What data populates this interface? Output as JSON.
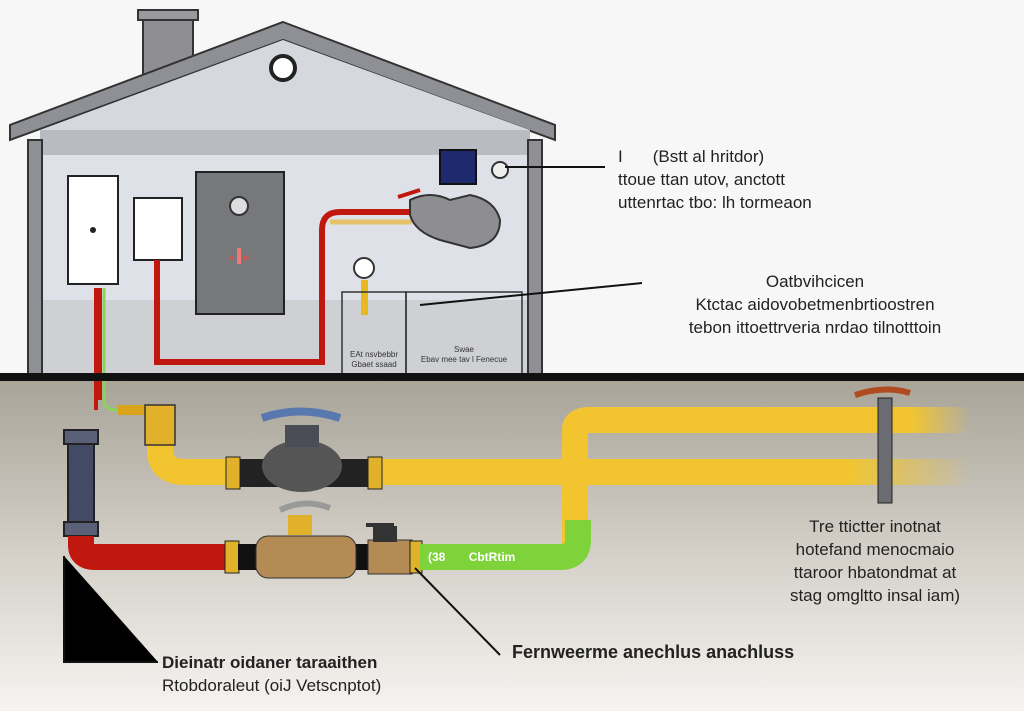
{
  "labels": {
    "top_right": {
      "marker": "I",
      "lines": [
        "(Bstt al hritdor)",
        "ttoue ttan utov, anctott",
        "uttenrtac tbo: lh tormeaon"
      ]
    },
    "middle_right": {
      "lines": [
        "Oatbvihcicen",
        "Ktctac aidovobetmenbrtioostren",
        "tebon ittoettrveria nrdao tilnotttoin"
      ]
    },
    "lower_right": {
      "lines": [
        "Tre ttictter inotnat",
        "hotefand menocmaio",
        "ttaroor hbatondmat at",
        "stag omgltto insal iam)"
      ]
    },
    "bottom_center": {
      "lines": [
        "Fernweerme anechlus anachluss"
      ]
    },
    "bottom_left": {
      "lines": [
        "Dieinatr oidaner taraaithen",
        "Rtobdoraleut (oiJ Vetscnptot)"
      ]
    }
  },
  "in_house": {
    "gauge_box_text": [
      "EAt nsvbebbr",
      "Gbaet ssaad"
    ],
    "right_box_text": [
      "Swae",
      "Ebav mee tav l Fenecue"
    ]
  },
  "pipe_text": {
    "part1": "(38",
    "part2": "CbtRtim"
  },
  "colors": {
    "supply": "#f2c530",
    "return": "#c0170f",
    "connector": "#7ed23a",
    "brass": "#b48a55",
    "ground": "#111111"
  }
}
